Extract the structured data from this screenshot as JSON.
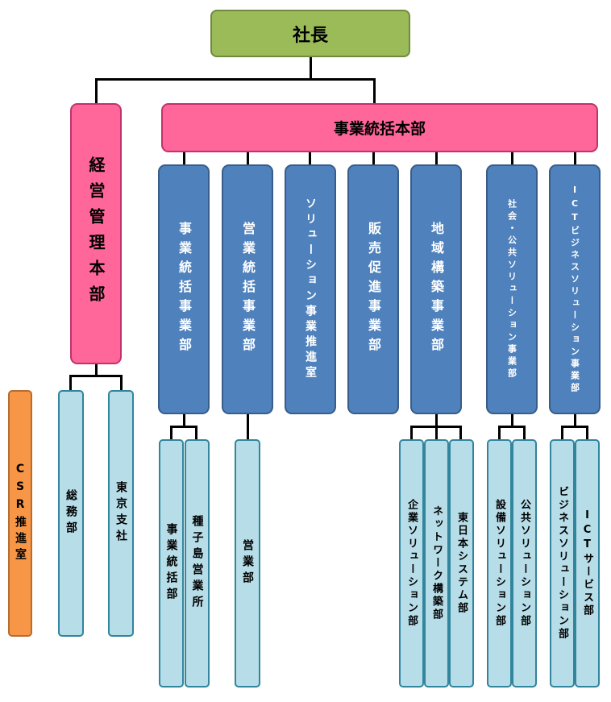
{
  "president": "社長",
  "management_hq": "経営管理本部",
  "business_hq": "事業統括本部",
  "divisions": [
    "事業統括事業部",
    "営業統括事業部",
    "ソリューション事業推進室",
    "販売促進事業部",
    "地域構築事業部",
    "社会・公共ソリューション事業部",
    "ICTビジネスソリューション事業部"
  ],
  "management_depts": [
    "総務部",
    "東京支社"
  ],
  "csr": "CSR推進室",
  "sub_depts": {
    "business": [
      "事業統括部",
      "種子島営業所"
    ],
    "sales": [
      "営業部"
    ],
    "regional": [
      "企業ソリューション部",
      "ネットワーク構築部",
      "東日本システム部"
    ],
    "public": [
      "設備ソリューション部",
      "公共ソリューション部"
    ],
    "ict": [
      "ビジネスソリューション部",
      "ICTサービス部"
    ]
  }
}
